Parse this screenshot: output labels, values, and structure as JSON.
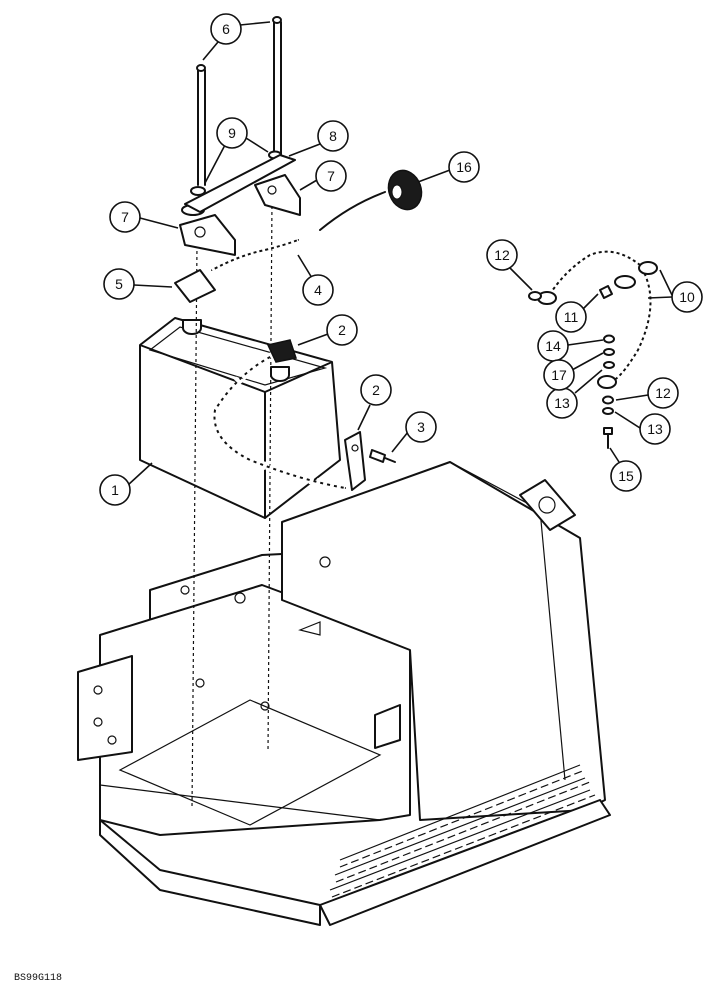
{
  "callouts": [
    {
      "id": "c1",
      "label": "1"
    },
    {
      "id": "c2a",
      "label": "2"
    },
    {
      "id": "c2b",
      "label": "2"
    },
    {
      "id": "c3",
      "label": "3"
    },
    {
      "id": "c4",
      "label": "4"
    },
    {
      "id": "c5",
      "label": "5"
    },
    {
      "id": "c6",
      "label": "6"
    },
    {
      "id": "c7a",
      "label": "7"
    },
    {
      "id": "c7b",
      "label": "7"
    },
    {
      "id": "c8",
      "label": "8"
    },
    {
      "id": "c9",
      "label": "9"
    },
    {
      "id": "c10",
      "label": "10"
    },
    {
      "id": "c11",
      "label": "11"
    },
    {
      "id": "c12a",
      "label": "12"
    },
    {
      "id": "c12b",
      "label": "12"
    },
    {
      "id": "c13a",
      "label": "13"
    },
    {
      "id": "c13b",
      "label": "13"
    },
    {
      "id": "c14",
      "label": "14"
    },
    {
      "id": "c15",
      "label": "15"
    },
    {
      "id": "c16",
      "label": "16"
    },
    {
      "id": "c17",
      "label": "17"
    }
  ],
  "reference_code": "BS99G118"
}
